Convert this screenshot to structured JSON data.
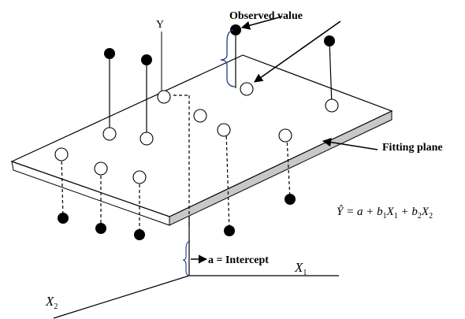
{
  "labels": {
    "observed_value": "Observed value",
    "fitting_plane": "Fitting plane",
    "intercept": "a = Intercept",
    "y_axis": "Y",
    "x1_axis": {
      "main": "X",
      "sub": "1"
    },
    "x2_axis": {
      "main": "X",
      "sub": "2"
    }
  },
  "formula": {
    "lhs": "Ŷ",
    "eq": " = ",
    "a": "a",
    "plus1": " + ",
    "b1": "b",
    "b1_sub": "1",
    "x1": "X",
    "x1_sub": "1",
    "plus2": " + ",
    "b2": "b",
    "b2_sub": "2",
    "x2": "X",
    "x2_sub": "2"
  },
  "colors": {
    "line": "#000000",
    "plane_top": "#ffffff",
    "plane_edge": "#c8c8c8",
    "observed_point": "#000000",
    "fitted_point": "#ffffff",
    "brace": "#1f3a8a"
  }
}
